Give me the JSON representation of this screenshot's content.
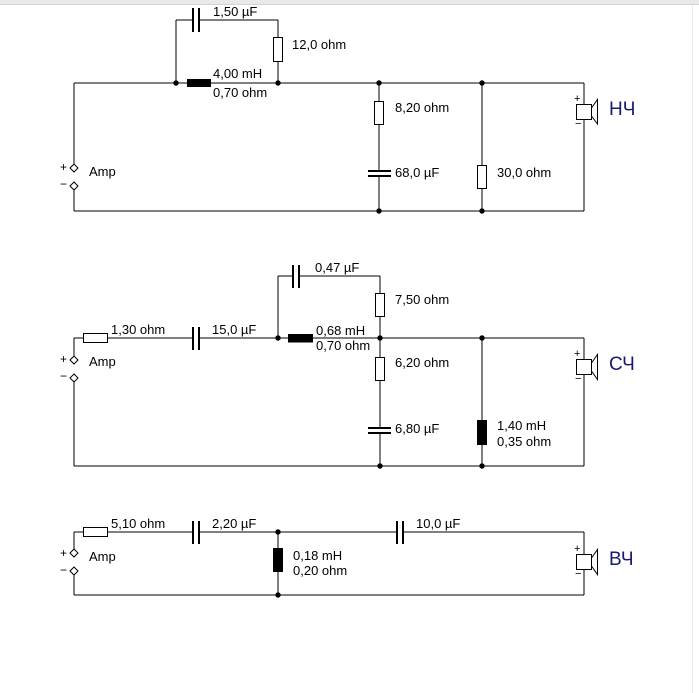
{
  "colors": {
    "wire": "#000000",
    "speaker_label": "#191970",
    "topbar_bg": "#e9e9e9",
    "topbar_border": "#d4d4d4"
  },
  "symbols": {
    "plus": "+",
    "minus": "−"
  },
  "circuits": [
    {
      "id": "woofer",
      "speaker_label": "НЧ",
      "amp_label": "Amp",
      "components": {
        "bypass_capacitor": "1,50 µF",
        "bypass_resistor": "12,0 ohm",
        "series_inductor_value": "4,00 mH",
        "series_inductor_resistance": "0,70 ohm",
        "shunt_rc_resistor": "8,20 ohm",
        "shunt_rc_capacitor": "68,0 µF",
        "shunt_resistor": "30,0 ohm"
      }
    },
    {
      "id": "midrange",
      "speaker_label": "СЧ",
      "amp_label": "Amp",
      "components": {
        "series_resistor": "1,30 ohm",
        "series_capacitor": "15,0 µF",
        "bypass_capacitor": "0,47 µF",
        "bypass_resistor": "7,50 ohm",
        "series_inductor_value": "0,68 mH",
        "series_inductor_resistance": "0,70 ohm",
        "shunt_rc_resistor": "6,20 ohm",
        "shunt_rc_capacitor": "6,80 µF",
        "shunt_inductor_value": "1,40 mH",
        "shunt_inductor_resistance": "0,35 ohm"
      }
    },
    {
      "id": "tweeter",
      "speaker_label": "ВЧ",
      "amp_label": "Amp",
      "components": {
        "series_resistor": "5,10 ohm",
        "series_capacitor1": "2,20 µF",
        "shunt_inductor_value": "0,18 mH",
        "shunt_inductor_resistance": "0,20 ohm",
        "series_capacitor2": "10,0 µF"
      }
    }
  ]
}
